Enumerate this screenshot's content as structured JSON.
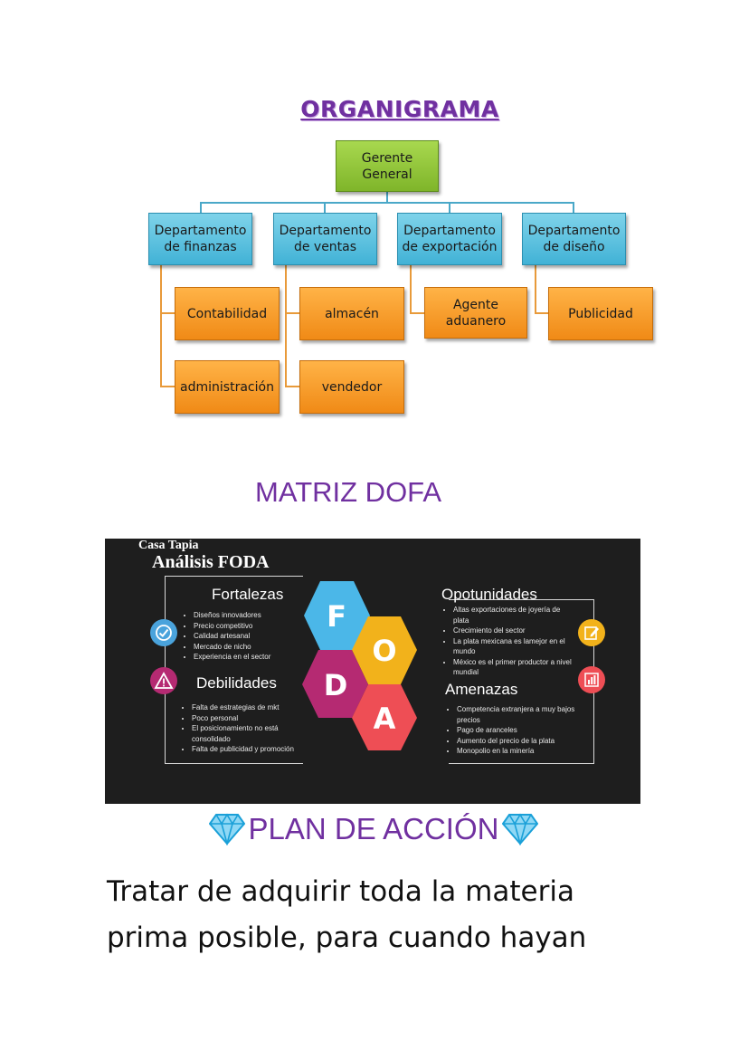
{
  "organigrama": {
    "title": "ORGANIGRAMA",
    "root": "Gerente General",
    "departments": [
      {
        "label": "Departamento de finanzas",
        "children": [
          "Contabilidad",
          "administración"
        ]
      },
      {
        "label": "Departamento de ventas",
        "children": [
          "almacén",
          "vendedor"
        ]
      },
      {
        "label": "Departamento de exportación",
        "children": [
          "Agente aduanero"
        ]
      },
      {
        "label": "Departamento de diseño",
        "children": [
          "Publicidad"
        ]
      }
    ]
  },
  "matriz": {
    "title": "MATRIZ DOFA",
    "brand": "Casa Tapia",
    "heading": "Análisis FODA",
    "letters": [
      "F",
      "O",
      "D",
      "A"
    ],
    "fortalezas": {
      "title": "Fortalezas",
      "items": [
        "Diseños innovadores",
        "Precio competitivo",
        "Calidad artesanal",
        "Mercado de nicho",
        "Experiencia en el sector"
      ]
    },
    "debilidades": {
      "title": "Debilidades",
      "items": [
        "Falta de estrategias de mkt",
        "Poco personal",
        "El posicionamiento no está consolidado",
        "Falta de publicidad y promoción"
      ]
    },
    "oportunidades": {
      "title": "Opotunidades",
      "items": [
        "Altas exportaciones de joyería de plata",
        "Crecimiento del sector",
        "La plata mexicana es lamejor en el mundo",
        "México es el primer productor a nivel mundial"
      ]
    },
    "amenazas": {
      "title": "Amenazas",
      "items": [
        "Competencia extranjera a muy bajos precios",
        "Pago de aranceles",
        "Aumento del precio de la plata",
        "Monopolio en la minería"
      ]
    },
    "colors": {
      "F": "#4bb7e8",
      "O": "#f2b21b",
      "D": "#b52a72",
      "A": "#ee4e55"
    }
  },
  "plan": {
    "title": "PLAN DE ACCIÓN",
    "icon": "gem-icon",
    "text_line1": "Tratar de adquirir toda la materia",
    "text_line2": "prima posible, para cuando hayan"
  }
}
